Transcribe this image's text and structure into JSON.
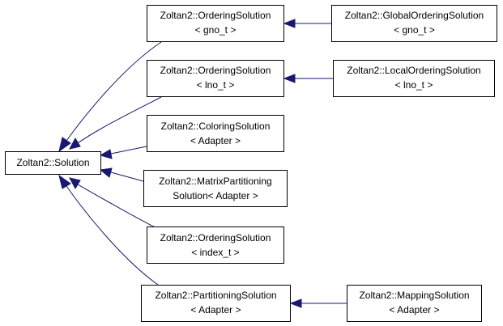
{
  "diagram": {
    "edge_color": "#191970",
    "nodes": {
      "solution": {
        "lines": [
          "Zoltan2::Solution"
        ]
      },
      "ordering_gno": {
        "lines": [
          "Zoltan2::OrderingSolution",
          "< gno_t >"
        ]
      },
      "global_ordering": {
        "lines": [
          "Zoltan2::GlobalOrderingSolution",
          "< gno_t >"
        ]
      },
      "ordering_lno": {
        "lines": [
          "Zoltan2::OrderingSolution",
          "< lno_t >"
        ]
      },
      "local_ordering": {
        "lines": [
          "Zoltan2::LocalOrderingSolution",
          "< lno_t >"
        ]
      },
      "coloring": {
        "lines": [
          "Zoltan2::ColoringSolution",
          "< Adapter >"
        ]
      },
      "matrix_partitioning": {
        "lines": [
          "Zoltan2::MatrixPartitioning",
          "Solution< Adapter >"
        ]
      },
      "ordering_index": {
        "lines": [
          "Zoltan2::OrderingSolution",
          "< index_t >"
        ]
      },
      "partitioning": {
        "lines": [
          "Zoltan2::PartitioningSolution",
          "< Adapter >"
        ]
      },
      "mapping": {
        "lines": [
          "Zoltan2::MappingSolution",
          "< Adapter >"
        ]
      }
    },
    "edges": [
      {
        "from": "ordering_gno",
        "to": "solution"
      },
      {
        "from": "ordering_lno",
        "to": "solution"
      },
      {
        "from": "coloring",
        "to": "solution"
      },
      {
        "from": "matrix_partitioning",
        "to": "solution"
      },
      {
        "from": "ordering_index",
        "to": "solution"
      },
      {
        "from": "partitioning",
        "to": "solution"
      },
      {
        "from": "global_ordering",
        "to": "ordering_gno"
      },
      {
        "from": "local_ordering",
        "to": "ordering_lno"
      },
      {
        "from": "mapping",
        "to": "partitioning"
      }
    ]
  }
}
